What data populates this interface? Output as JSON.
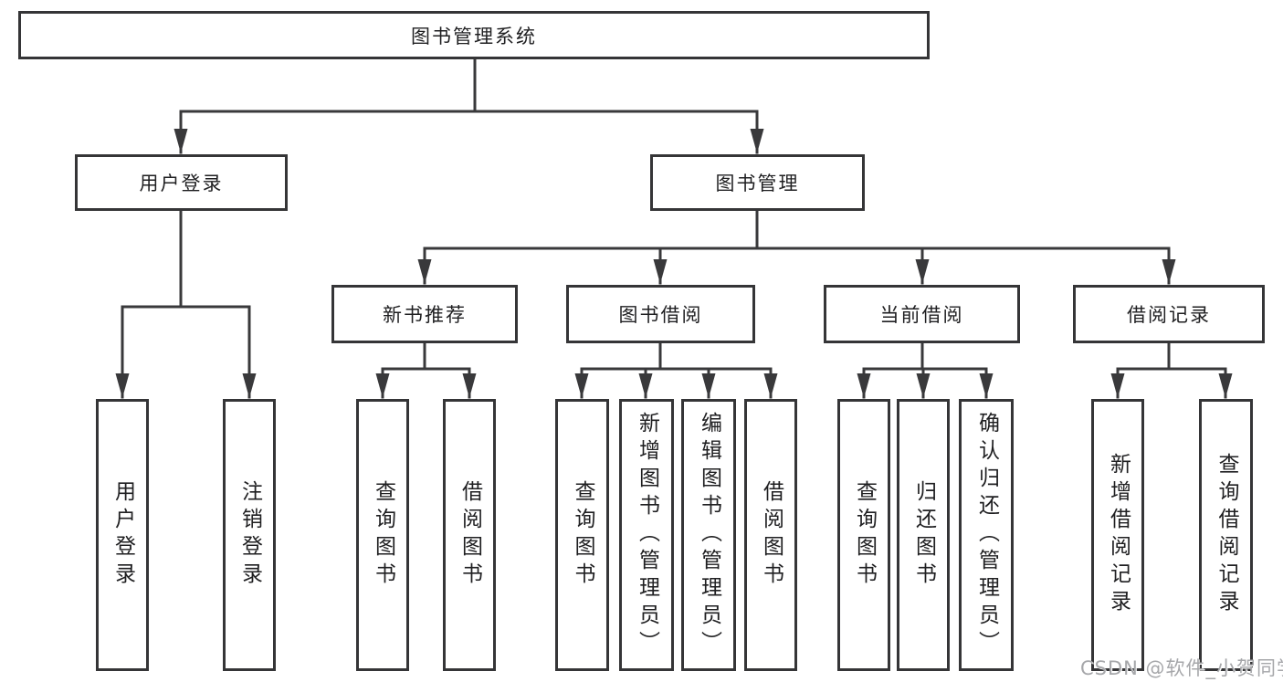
{
  "diagram": {
    "type": "function-structure-tree",
    "tree": {
      "label": "图书管理系统",
      "children": [
        {
          "label": "用户登录",
          "children": [
            {
              "label": "用户登录"
            },
            {
              "label": "注销登录"
            }
          ]
        },
        {
          "label": "图书管理",
          "children": [
            {
              "label": "新书推荐",
              "children": [
                {
                  "label": "查询图书"
                },
                {
                  "label": "借阅图书"
                }
              ]
            },
            {
              "label": "图书借阅",
              "children": [
                {
                  "label": "查询图书"
                },
                {
                  "label": "新增图书（管理员）"
                },
                {
                  "label": "编辑图书（管理员）"
                },
                {
                  "label": "借阅图书"
                }
              ]
            },
            {
              "label": "当前借阅",
              "children": [
                {
                  "label": "查询图书"
                },
                {
                  "label": "归还图书"
                },
                {
                  "label": "确认归还（管理员）"
                }
              ]
            },
            {
              "label": "借阅记录",
              "children": [
                {
                  "label": "新增借阅记录"
                },
                {
                  "label": "查询借阅记录"
                }
              ]
            }
          ]
        }
      ]
    }
  },
  "watermark": {
    "text": "CSDN @软件_小贺同学"
  },
  "colors": {
    "background": "#ffffff",
    "box_border": "#353537",
    "connector_line": "#39393b",
    "text": "#1f1f21",
    "watermark": "#a6a7aa"
  }
}
